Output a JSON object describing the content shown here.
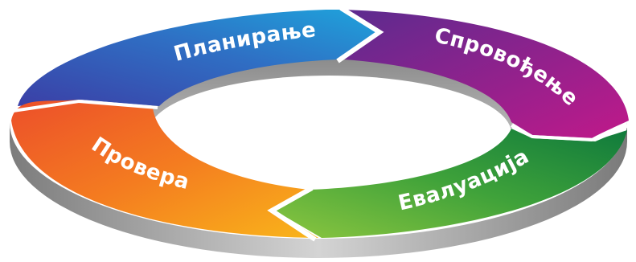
{
  "diagram": {
    "type": "cycle",
    "stages": [
      {
        "id": "planning",
        "label": "Планирање",
        "color_start": "#3b3fa6",
        "color_end": "#1ea4dc"
      },
      {
        "id": "execution",
        "label": "Спровођење",
        "color_start": "#5b2b8f",
        "color_end": "#c0198a"
      },
      {
        "id": "evaluation",
        "label": "Евалуација",
        "color_start": "#0f7a3c",
        "color_end": "#8cc63f"
      },
      {
        "id": "review",
        "label": "Провера",
        "color_start": "#ec4f2a",
        "color_end": "#f9b51a"
      }
    ],
    "side_color": "#9a9a9a",
    "inner_wall_color": "#c9c9c9"
  }
}
